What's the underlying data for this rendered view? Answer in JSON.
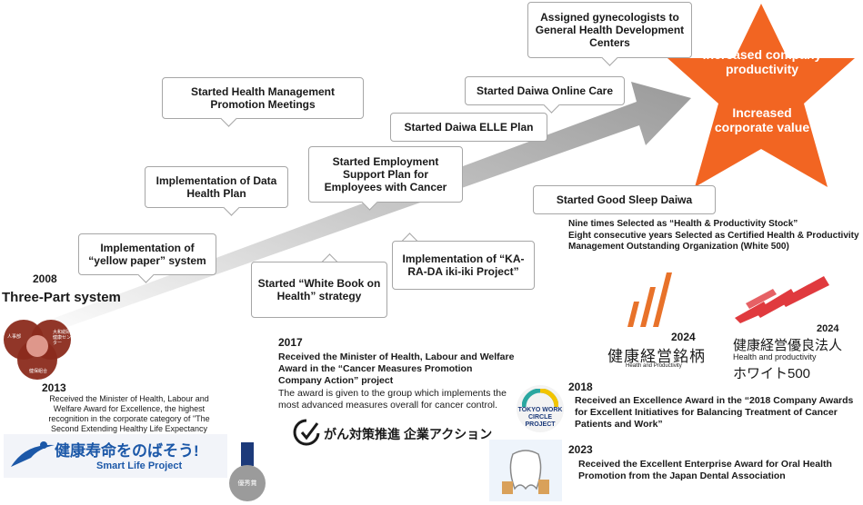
{
  "goal": {
    "line1": "Increased company productivity",
    "line2": "Increased corporate value",
    "color": "#f26522"
  },
  "callouts": {
    "yellow_paper": "Implementation of “yellow paper” system",
    "data_health": "Implementation of Data Health Plan",
    "mgmt_meetings": "Started Health Management Promotion Meetings",
    "white_book": "Started “White Book on Health” strategy",
    "cancer_support": "Started Employment Support Plan for Employees with Cancer",
    "karada": "Implementation of “KA-RA-DA iki-iki Project”",
    "elle": "Started Daiwa ELLE Plan",
    "online_care": "Started Daiwa Online Care",
    "gynecologists": "Assigned gynecologists to General Health Development Centers",
    "good_sleep": "Started Good Sleep Daiwa"
  },
  "y2008": {
    "year": "2008",
    "title": "Three-Part system",
    "venn_a": "人事部",
    "venn_b": "大和総研健康センター",
    "venn_c": "健保組合"
  },
  "y2013": {
    "year": "2013",
    "text": "Received the Minister of Health, Labour and Welfare Award for Excellence, the highest recognition in the corporate category of \"The Second Extending Healthy Life Expectancy",
    "logo_jp": "健康寿命をのばそう!",
    "logo_en": "Smart Life Project",
    "medal": "優秀賞"
  },
  "y2017": {
    "year": "2017",
    "title": "Received the Minister of Health, Labour and Welfare Award in the “Cancer Measures Promotion Company Action” project",
    "desc": "The award is given to the group which implements the most advanced measures overall for cancer control.",
    "logo": "がん対策推進 企業アクション"
  },
  "stock": {
    "line1": "Nine times Selected as “Health & Productivity Stock”",
    "line2": "Eight consecutive years Selected as Certified Health & Productivity Management Outstanding Organization (White 500)"
  },
  "logos": {
    "l1_year": "2024",
    "l1_jp": "健康経営銘柄",
    "l1_en": "Health and Productivity",
    "l1_color": "#e8722a",
    "l2_year": "2024",
    "l2_jp": "健康経営優良法人",
    "l2_en": "Health and productivity",
    "l2_w": "ホワイト500",
    "l2_color": "#e03a3e"
  },
  "y2018": {
    "year": "2018",
    "text": "Received an Excellence Award in the “2018 Company Awards for Excellent Initiatives for Balancing Treatment of Cancer Patients and Work”",
    "badge": "TOKYO WORK CIRCLE PROJECT"
  },
  "y2023": {
    "year": "2023",
    "text": "Received the Excellent Enterprise Award for Oral Health Promotion from the Japan Dental Association"
  }
}
